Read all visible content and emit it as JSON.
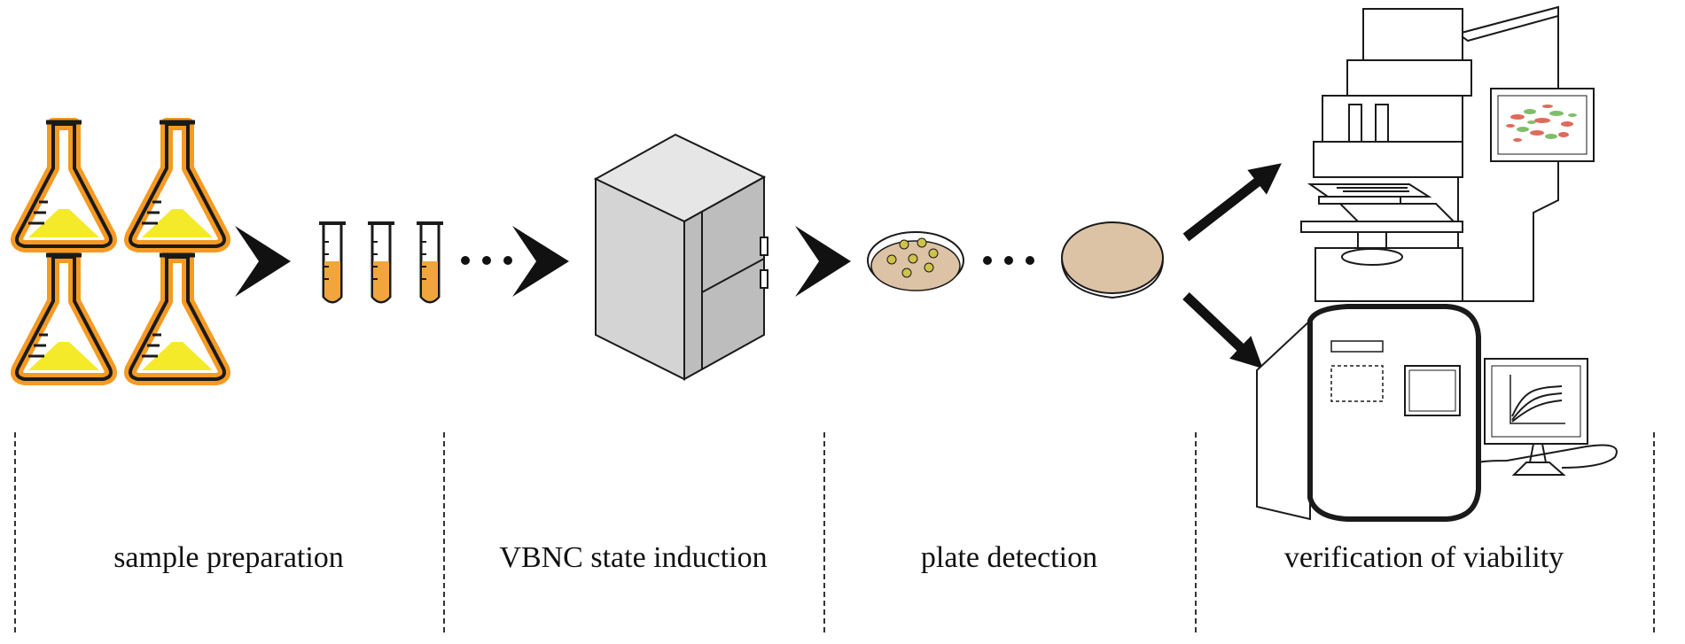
{
  "steps": [
    {
      "label": "sample preparation"
    },
    {
      "label": "VBNC state induction"
    },
    {
      "label": "plate detection"
    },
    {
      "label": "verification of viability"
    }
  ],
  "colors": {
    "flask_liquid": "#f4ea2a",
    "flask_glow": "#f59a23",
    "tube_liquid": "#f0a63c",
    "incubator_front": "#d4d4d4",
    "incubator_side": "#bdbdbd",
    "incubator_top": "#e6e6e6",
    "agar": "#ddc3a6",
    "colony": "#cfc24a",
    "arrow": "#111111",
    "cell_red": "#e06a5a",
    "cell_green": "#7fbf6a"
  },
  "icons": [
    "erlenmeyer-flask-icon",
    "test-tube-icon",
    "incubator-icon",
    "petri-dish-icon",
    "fluorescence-microscope-icon",
    "qpcr-instrument-icon",
    "monitor-icon"
  ]
}
